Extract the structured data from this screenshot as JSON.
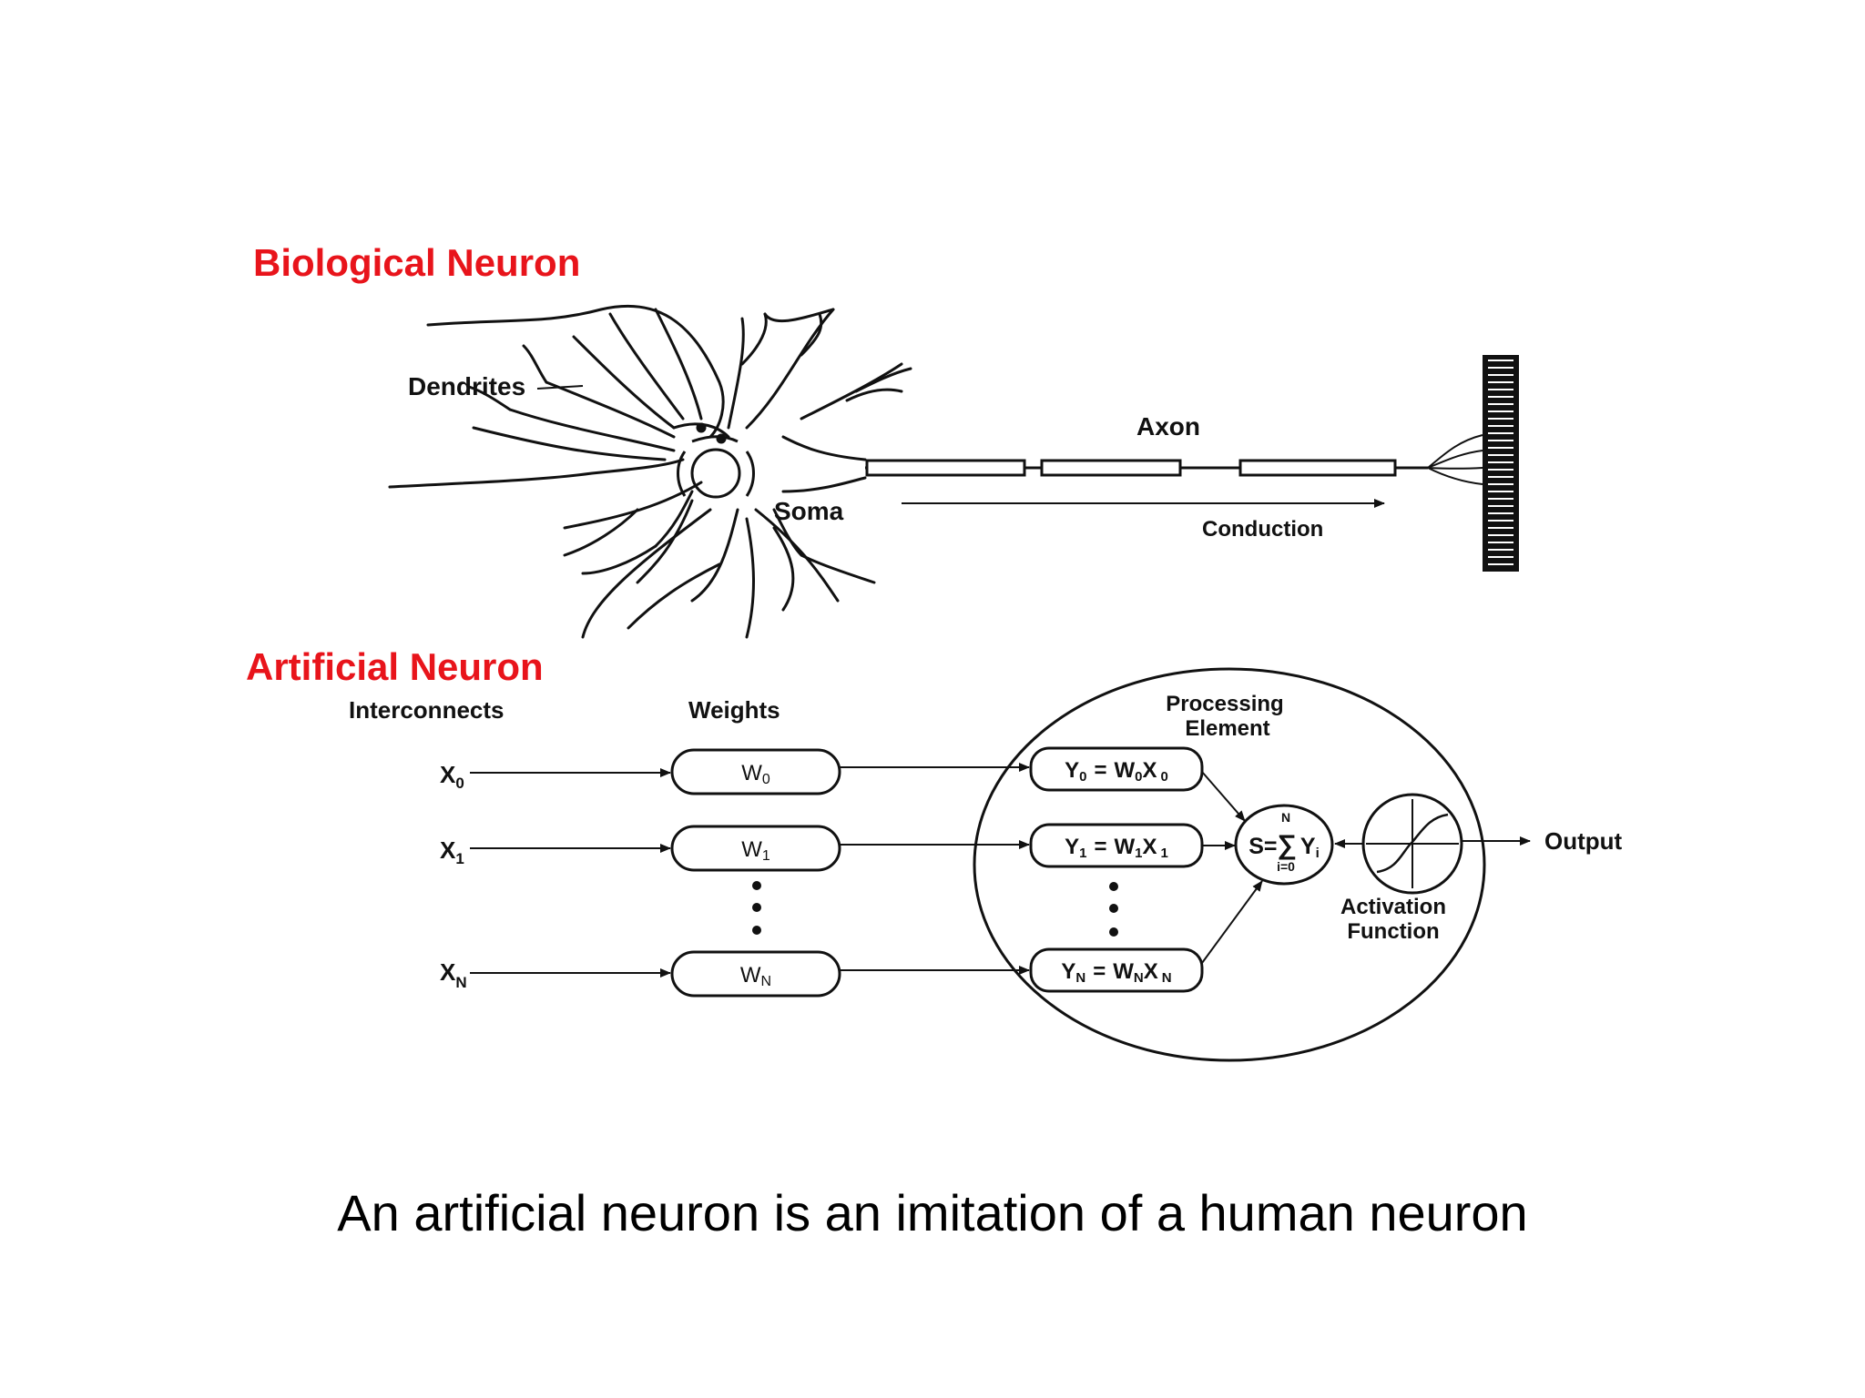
{
  "colors": {
    "heading": "#e8141b",
    "ink": "#111111",
    "background": "#ffffff"
  },
  "biological": {
    "heading": "Biological Neuron",
    "dendrites": "Dendrites",
    "axon": "Axon",
    "soma": "Soma",
    "conduction": "Conduction"
  },
  "artificial": {
    "heading": "Artificial Neuron",
    "interconnects": "Interconnects",
    "weights": "Weights",
    "processing_element_line1": "Processing",
    "processing_element_line2": "Element",
    "inputs": [
      {
        "base": "X",
        "sub": "0"
      },
      {
        "base": "X",
        "sub": "1"
      },
      {
        "base": "X",
        "sub": "N"
      }
    ],
    "weight_boxes": [
      {
        "base": "W",
        "sub": "0"
      },
      {
        "base": "W",
        "sub": "1"
      },
      {
        "base": "W",
        "sub": "N"
      }
    ],
    "products": [
      {
        "y": "Y",
        "ys": "0",
        "eq": "=",
        "w": "W",
        "ws": "0",
        "x": "X",
        "xs": "0"
      },
      {
        "y": "Y",
        "ys": "1",
        "eq": "=",
        "w": "W",
        "ws": "1",
        "x": "X",
        "xs": "1"
      },
      {
        "y": "Y",
        "ys": "N",
        "eq": "=",
        "w": "W",
        "ws": "N",
        "x": "X",
        "xs": "N"
      }
    ],
    "sum": {
      "lhs": "S=",
      "sigma": "∑",
      "term": "Y",
      "term_sub": "i",
      "upper": "N",
      "lower": "i=0"
    },
    "activation_line1": "Activation",
    "activation_line2": "Function",
    "output": "Output"
  },
  "caption": "An artificial neuron is an imitation of a human neuron"
}
